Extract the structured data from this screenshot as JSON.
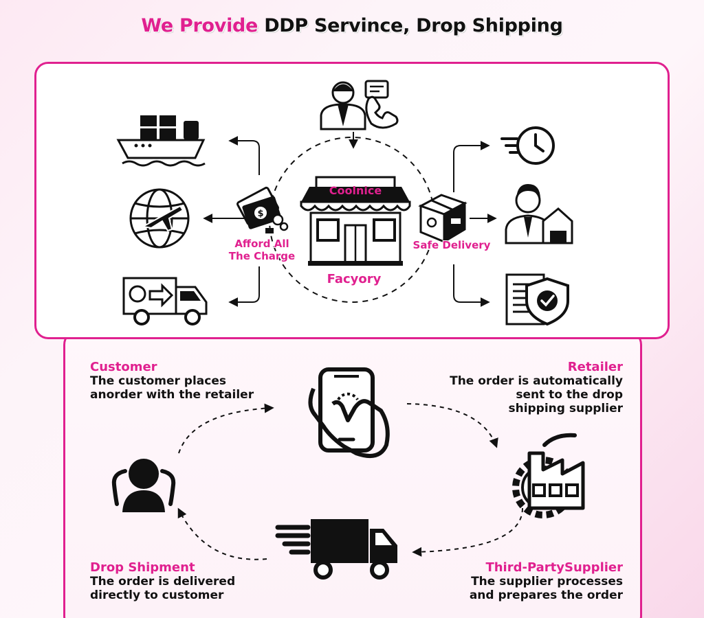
{
  "title": {
    "part1": "We Provide",
    "part2": "DDP Servince, Drop Shipping"
  },
  "top": {
    "store_sign": "Coolnice",
    "store_label": "Facyory",
    "left_label": "Afford All\nThe Charge",
    "right_label": "Safe Delivery"
  },
  "steps": {
    "customer": {
      "title": "Customer",
      "desc": "The customer places\nanorder with the retailer"
    },
    "retailer": {
      "title": "Retailer",
      "desc": "The order is automatically\nsent to the drop\nshipping supplier"
    },
    "supplier": {
      "title": "Third-PartySupplier",
      "desc": "The supplier processes\nand prepares the order"
    },
    "shipment": {
      "title": "Drop Shipment",
      "desc": "The order is delivered\ndirectly to customer"
    }
  },
  "colors": {
    "accent": "#e0208f",
    "ink": "#111111"
  },
  "icons": [
    "cargo-ship-icon",
    "globe-plane-icon",
    "delivery-van-icon",
    "money-icon",
    "customer-service-icon",
    "storefront-icon",
    "package-box-icon",
    "fast-clock-icon",
    "delivery-person-icon",
    "insurance-document-icon",
    "smartphone-tap-icon",
    "factory-gear-icon",
    "fast-truck-icon",
    "user-group-icon"
  ]
}
